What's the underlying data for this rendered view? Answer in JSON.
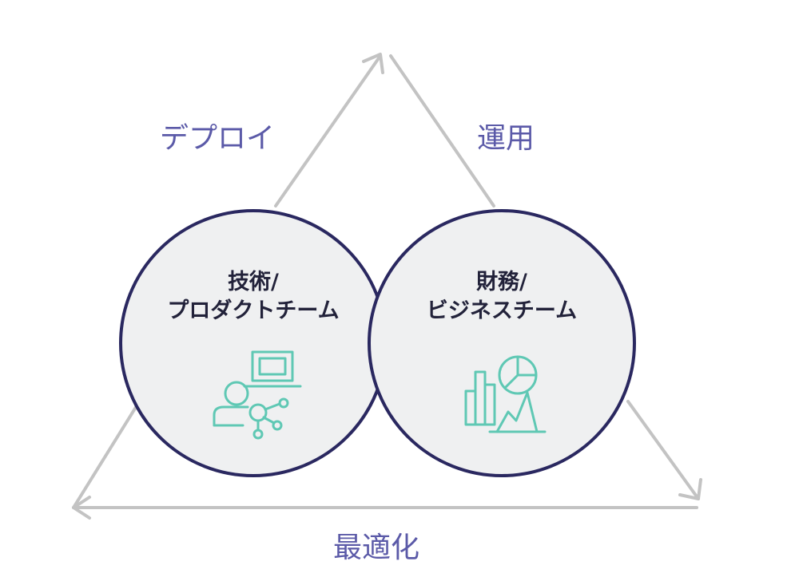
{
  "labels": {
    "deploy": "デプロイ",
    "operate": "運用",
    "optimize": "最適化"
  },
  "teams": [
    {
      "line1": "技術/",
      "line2": "プロダクトチーム",
      "icon": "person-laptop-network-icon"
    },
    {
      "line1": "財務/",
      "line2": "ビジネスチーム",
      "icon": "bar-pie-chart-icon"
    }
  ],
  "colors": {
    "arrow": "#c3c3c3",
    "circle_fill": "#eff0f1",
    "circle_stroke": "#2a2860",
    "icon": "#5fc8b4",
    "label": "#5b5aa8",
    "title": "#22223a"
  }
}
